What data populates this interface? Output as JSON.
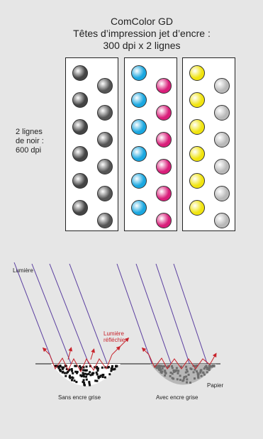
{
  "title": {
    "line1": "ComColor GD",
    "line2": "Têtes d’impression jet d’encre :",
    "line3": "300 dpi x 2 lignes"
  },
  "side_label": {
    "line1": "2 lignes",
    "line2": "de noir :",
    "line3": "600 dpi"
  },
  "heads": [
    {
      "name": "noir",
      "left_color": "#444444",
      "right_color": "#555555"
    },
    {
      "name": "cyan-magenta",
      "left_color": "#1aa7e0",
      "right_color": "#d91e7a"
    },
    {
      "name": "jaune-gris",
      "left_color": "#f1e40f",
      "right_color": "#b8b8b8"
    }
  ],
  "diagram": {
    "light_label": "Lumière",
    "reflected_label_line1": "Lumière",
    "reflected_label_line2": "réfléchie",
    "paper_label": "Papier",
    "left_caption": "Sans encre grise",
    "right_caption": "Avec encre grise"
  },
  "colors": {
    "ray": "#5b3fa0",
    "reflect": "#c8232b",
    "background": "#e6e6e6"
  }
}
